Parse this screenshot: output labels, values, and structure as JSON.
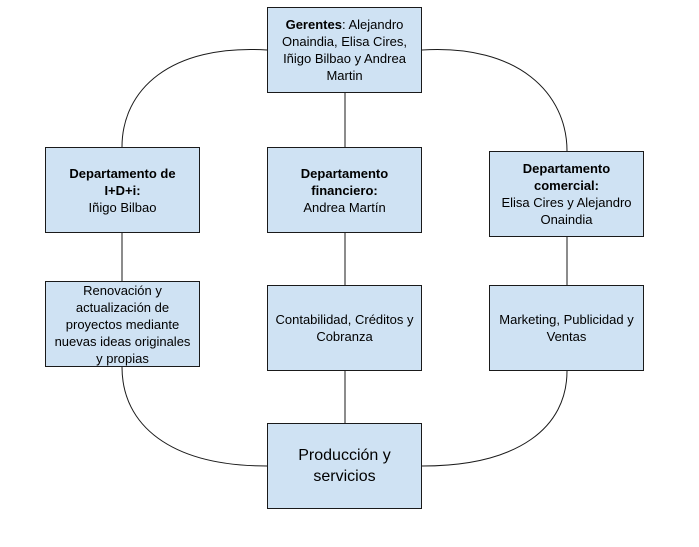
{
  "nodes": {
    "managers": {
      "title": "Gerentes",
      "text": ": Alejandro Onaindia, Elisa Cires, Iñigo Bilbao y Andrea Martin"
    },
    "rd": {
      "title": "Departamento de I+D+i:",
      "text": "Iñigo Bilbao"
    },
    "finance": {
      "title": "Departamento financiero:",
      "text": "Andrea Martín"
    },
    "commercial": {
      "title": "Departamento comercial:",
      "text": "Elisa Cires y Alejandro Onaindia"
    },
    "rd_activity": {
      "text": "Renovación y actualización de proyectos mediante nuevas ideas originales y propias"
    },
    "finance_activity": {
      "text": "Contabilidad, Créditos y Cobranza"
    },
    "commercial_activity": {
      "text": "Marketing, Publicidad y Ventas"
    },
    "production": {
      "text": "Producción y servicios"
    }
  },
  "colors": {
    "box_fill": "#cfe2f3",
    "box_border": "#1a1a1a",
    "connector": "#1a1a1a"
  }
}
